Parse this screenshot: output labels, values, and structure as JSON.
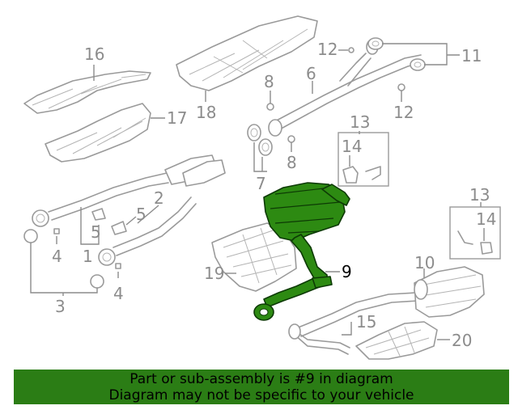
{
  "callouts": {
    "c1": "1",
    "c2": "2",
    "c3": "3",
    "c4a": "4",
    "c4b": "4",
    "c5a": "5",
    "c5b": "5",
    "c6": "6",
    "c7": "7",
    "c8a": "8",
    "c8b": "8",
    "c9": "9",
    "c10": "10",
    "c11": "11",
    "c12a": "12",
    "c12b": "12",
    "c13a": "13",
    "c13b": "13",
    "c14a": "14",
    "c14b": "14",
    "c15": "15",
    "c16": "16",
    "c17": "17",
    "c18": "18",
    "c19": "19",
    "c20": "20"
  },
  "highlight": {
    "part_number": "9",
    "color": "#2d8a12"
  },
  "banner": {
    "line1": "Part or sub-assembly is #9 in diagram",
    "line2": "Diagram may not be specific to your vehicle",
    "background": "#2b7d15"
  }
}
